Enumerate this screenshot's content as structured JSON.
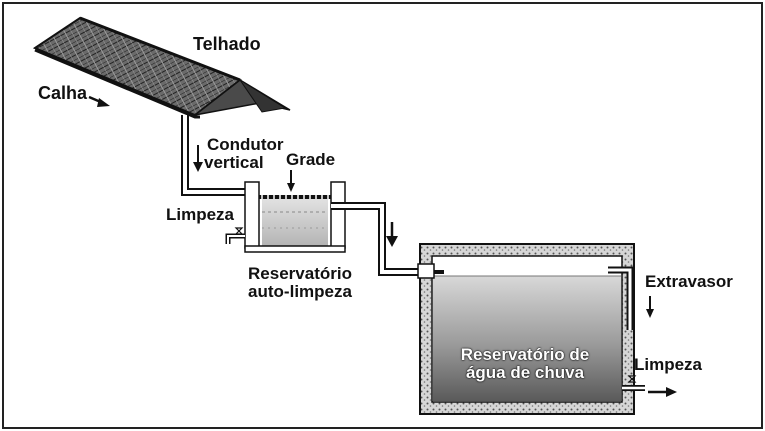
{
  "labels": {
    "telhado": "Telhado",
    "calha": "Calha",
    "condutor": "Condutor",
    "vertical": "vertical",
    "grade": "Grade",
    "limpeza_1": "Limpeza",
    "reservatorio_auto_1": "Reservatório",
    "reservatorio_auto_2": "auto-limpeza",
    "extravasor": "Extravasor",
    "reservatorio_chuva_1": "Reservatório de",
    "reservatorio_chuva_2": "água de chuva",
    "limpeza_2": "Limpeza"
  }
}
